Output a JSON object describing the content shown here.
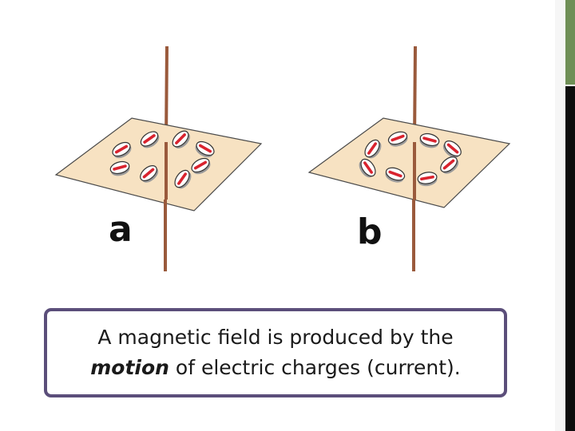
{
  "panels": [
    {
      "label": "a",
      "arrow_pattern": "random"
    },
    {
      "label": "b",
      "arrow_pattern": "circular"
    }
  ],
  "caption": {
    "line1": "A magnetic field is produced by the",
    "line2_emphasis": "motion",
    "line2_rest": " of electric charges (current)."
  },
  "colors": {
    "board": "#f7e2c2",
    "board_edge": "#4a4a4a",
    "wire": "#9a5a3c",
    "compass_face": "#ffffff",
    "needle_red": "#d9232e",
    "caption_border": "#5b4e7a",
    "sidebar_accent": "#6f8f56",
    "sidebar_dark": "#0d0d0d"
  }
}
